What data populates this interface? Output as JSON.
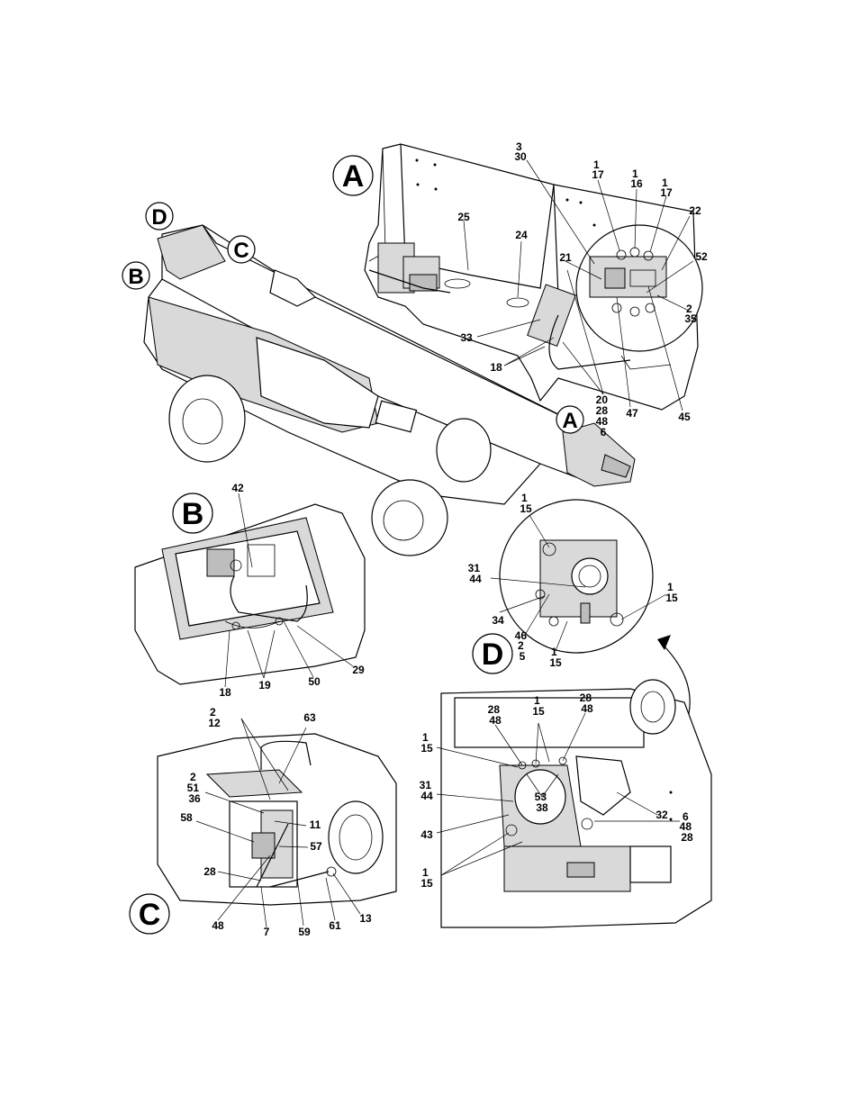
{
  "callouts": {
    "A_main": "A",
    "B_main": "B",
    "C_main": "C",
    "D_main": "D",
    "A_boom": "A",
    "B_boom": "B",
    "C_boom": "C",
    "D_boom": "D"
  },
  "detail_A_labels": {
    "l3_30": [
      "3",
      "30"
    ],
    "l1_17a": [
      "1",
      "17"
    ],
    "l1_16": [
      "1",
      "16"
    ],
    "l1_17b": [
      "1",
      "17"
    ],
    "l22": [
      "22"
    ],
    "l25": [
      "25"
    ],
    "l24": [
      "24"
    ],
    "l21": [
      "21"
    ],
    "l52": [
      "52"
    ],
    "l2_35": [
      "2",
      "35"
    ],
    "l33": [
      "33"
    ],
    "l18": [
      "18"
    ],
    "l20_28_48_6": [
      "20",
      "28",
      "48",
      "6"
    ],
    "l47": [
      "47"
    ],
    "l45": [
      "45"
    ]
  },
  "detail_B_labels": {
    "l42": [
      "42"
    ],
    "l18": [
      "18"
    ],
    "l19": [
      "19"
    ],
    "l50": [
      "50"
    ],
    "l29": [
      "29"
    ]
  },
  "detail_D_labels": {
    "l1_15a": [
      "1",
      "15"
    ],
    "l31_44": [
      "31",
      "44"
    ],
    "l1_15b": [
      "1",
      "15"
    ],
    "l34": [
      "34"
    ],
    "l46_2_5": [
      "46",
      "2",
      "5"
    ],
    "l1_15c": [
      "1",
      "15"
    ]
  },
  "detail_C_labels": {
    "l2_12": [
      "2",
      "12"
    ],
    "l63": [
      "63"
    ],
    "l2_51_36": [
      "2",
      "51",
      "36"
    ],
    "l58": [
      "58"
    ],
    "l11": [
      "11"
    ],
    "l57": [
      "57"
    ],
    "l28": [
      "28"
    ],
    "l48": [
      "48"
    ],
    "l7": [
      "7"
    ],
    "l59": [
      "59"
    ],
    "l61": [
      "61"
    ],
    "l13": [
      "13"
    ]
  },
  "detail_D2_labels": {
    "l1_15a": [
      "1",
      "15"
    ],
    "l28_48a": [
      "28",
      "48"
    ],
    "l28_48b": [
      "28",
      "48"
    ],
    "l1_15b": [
      "1",
      "15"
    ],
    "l31_44": [
      "31",
      "44"
    ],
    "l53_38": [
      "53",
      "38"
    ],
    "l32": [
      "32"
    ],
    "l6_48_28": [
      "6",
      "48",
      "28"
    ],
    "l43": [
      "43"
    ],
    "l1_15c": [
      "1",
      "15"
    ]
  }
}
